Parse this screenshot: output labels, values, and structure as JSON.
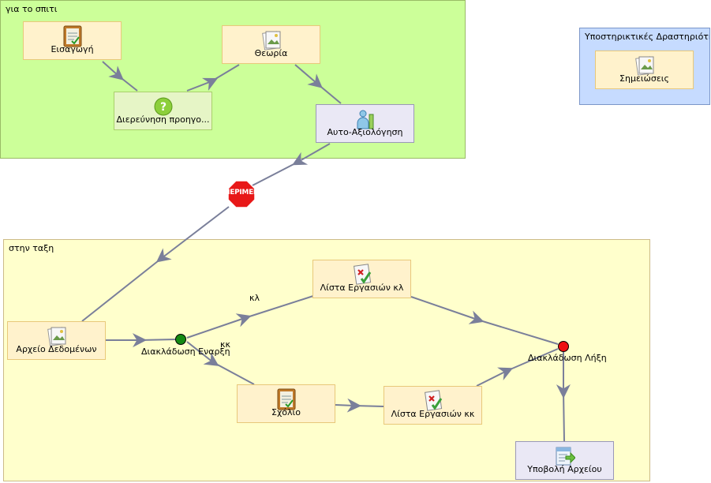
{
  "groups": {
    "home": "για το σπιτι",
    "class": "στην ταξη",
    "support": "Υποστηρικτικές Δραστηριότητες"
  },
  "nodes": {
    "intro": "Εισαγωγή",
    "theory": "Θεωρία",
    "explore": "Διερεύνηση προηγο...",
    "self_assessment": "Αυτο-Αξιολόγηση",
    "notes": "Σημειώσεις",
    "data_file": "Αρχείο Δεδομένων",
    "task_list_kl": "Λίστα Εργασιών κλ",
    "comment": "Σχόλιο",
    "task_list_kk": "Λίστα Εργασιών κκ",
    "file_submit": "Υποβολή Αρχείου"
  },
  "gates": {
    "branch_start": "Διακλάδωση Εναρξη",
    "branch_end": "Διακλάδωση Λήξη",
    "stop": "ΠΕΡΙΜΕΝΕ"
  },
  "branch_labels": {
    "kl": "κλ",
    "kk": "κκ"
  },
  "colors": {
    "home_bg": "#ccff99",
    "class_bg": "#ffffcc",
    "support_bg": "#c6dbff",
    "edge": "#7a7f9a",
    "start_gate": "#138a13",
    "end_gate": "#ee1111",
    "stop_sign": "#e81818"
  },
  "icons": {
    "intro": "notepad-icon",
    "theory": "image-page-icon",
    "explore": "question-mark-icon",
    "self_assessment": "person-chart-icon",
    "notes": "image-page-icon",
    "data_file": "image-page-icon",
    "task_list_kl": "checklist-icon",
    "comment": "notepad-icon",
    "task_list_kk": "checklist-icon",
    "file_submit": "file-upload-icon"
  }
}
